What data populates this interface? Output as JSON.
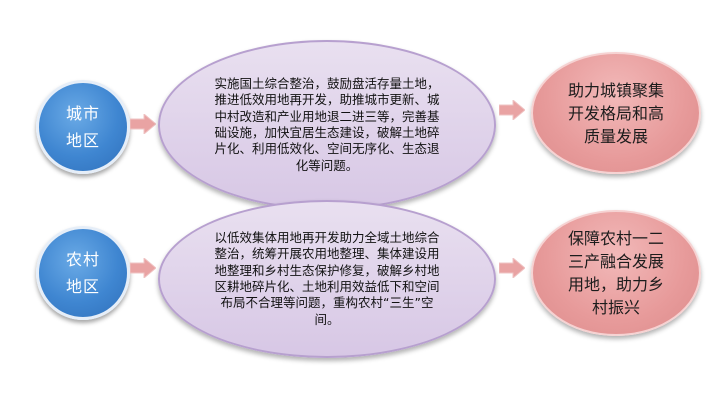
{
  "urban": {
    "label_line1": "城市",
    "label_line2": "地区",
    "measures": "实施国土综合整治，鼓励盘活存量土地，推进低效用地再开发，助推城市更新、城中村改造和产业用地退二进三等，完善基础设施，加快宜居生态建设，破解土地碎片化、利用低效化、空间无序化、生态退化等问题。",
    "outcome": "助力城镇聚集开发格局和高质量发展"
  },
  "rural": {
    "label_line1": "农村",
    "label_line2": "地区",
    "measures": "以低效集体用地再开发助力全域土地综合整治，统筹开展农用地整理、集体建设用地整理和乡村生态保护修复，破解乡村地区耕地碎片化、土地利用效益低下和空间布局不合理等问题，重构农村“三生”空间。",
    "outcome": "保障农村一二三产融合发展用地，助力乡村振兴"
  },
  "colors": {
    "circle": "#3f86d1",
    "ellipse": "#d7c7e5",
    "outcome": "#e79a9a",
    "arrow": "#e9a3a3"
  }
}
